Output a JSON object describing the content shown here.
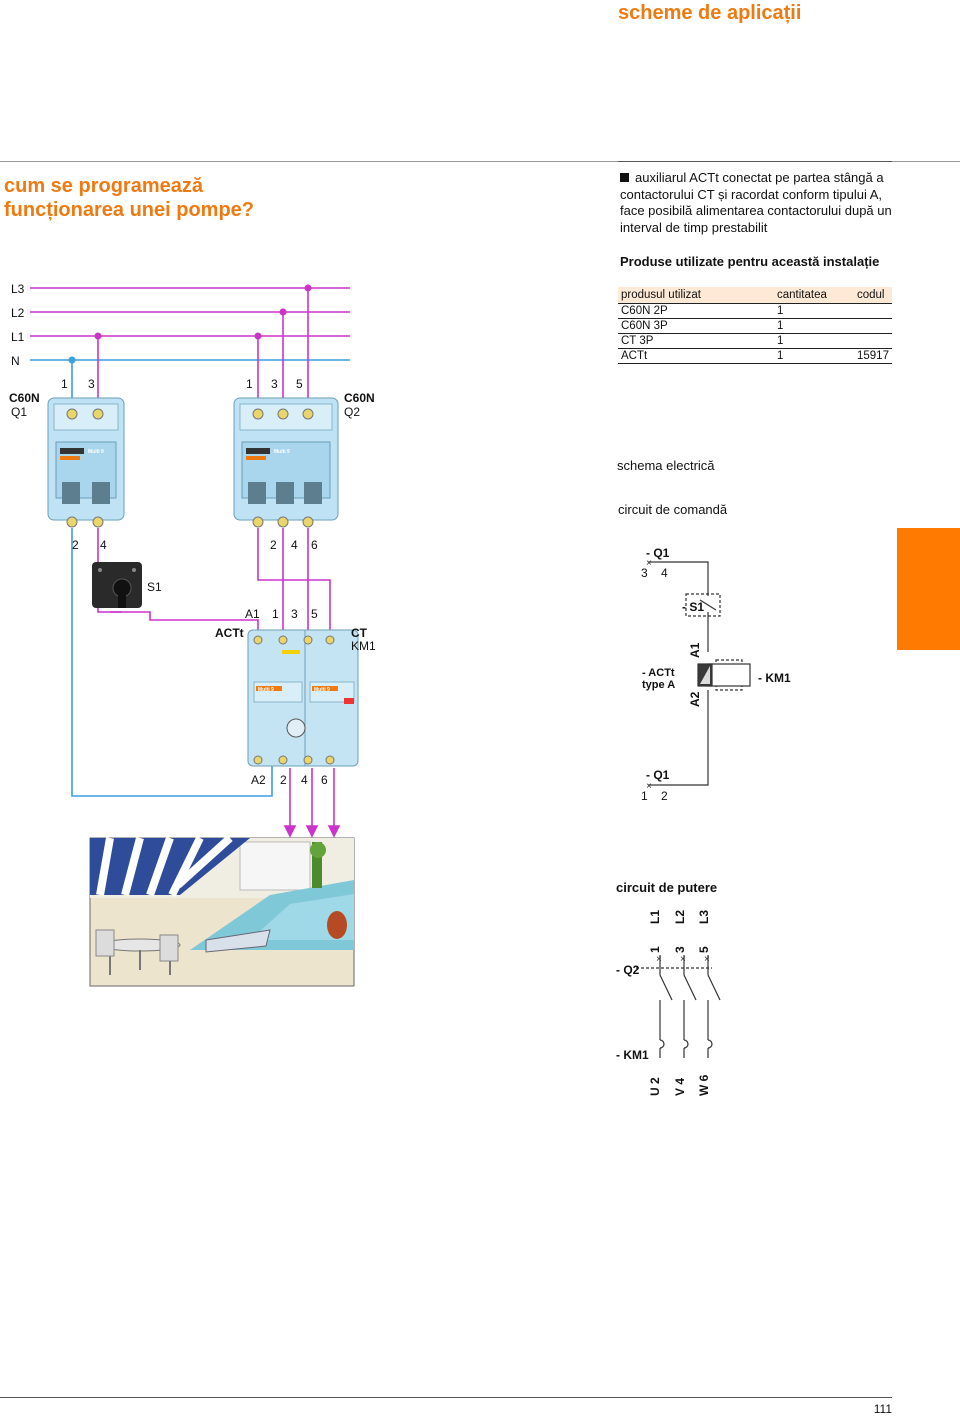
{
  "header": {
    "title": "scheme de aplicații"
  },
  "side_title": "cum se programează funcționarea unei pompe?",
  "intro_text": "auxiliarul ACTt conectat pe partea stângă a contactorului CT și racordat conform tipului A, face posibilă alimentarea contactorului după un interval de timp prestabilit",
  "products": {
    "title": "Produse utilizate pentru această instalație",
    "headers": [
      "produsul utilizat",
      "cantitatea",
      "codul"
    ],
    "rows": [
      [
        "C60N 2P",
        "1",
        ""
      ],
      [
        "C60N 3P",
        "1",
        ""
      ],
      [
        "CT 3P",
        "1",
        ""
      ],
      [
        "ACTt",
        "1",
        "15917"
      ]
    ]
  },
  "wiring": {
    "phases": [
      "L3",
      "L2",
      "L1",
      "N"
    ],
    "breaker1": {
      "model": "C60N",
      "ref": "Q1",
      "top_terminals": [
        "1",
        "3"
      ],
      "bottom_terminals": [
        "2",
        "4"
      ]
    },
    "breaker2": {
      "model": "C60N",
      "ref": "Q2",
      "top_terminals": [
        "1",
        "3",
        "5"
      ],
      "bottom_terminals": [
        "2",
        "4",
        "6"
      ]
    },
    "switch": {
      "ref": "S1"
    },
    "actt": {
      "name": "ACTt"
    },
    "contactor": {
      "model": "CT",
      "ref": "KM1",
      "top_terminals": [
        "A1",
        "1",
        "3",
        "5"
      ],
      "bottom_terminals": [
        "A2",
        "2",
        "4",
        "6"
      ]
    },
    "device_brand": "Multi 9"
  },
  "schema": {
    "title": "schema electrică",
    "command": {
      "title": "circuit de comandă",
      "q1_top": "- Q1",
      "q1_top_pins": [
        "3",
        "4"
      ],
      "s1": "- S1",
      "actt": "- ACTt",
      "actt_type": "type A",
      "a1": "A1",
      "a2": "A2",
      "km1": "- KM1",
      "q1_bottom": "- Q1",
      "q1_bottom_pins": [
        "1",
        "2"
      ]
    },
    "power": {
      "title": "circuit de putere",
      "phases": [
        "L1",
        "L2",
        "L3"
      ],
      "q2_pins": [
        "1",
        "3",
        "5"
      ],
      "q2": "- Q2",
      "km1": "- KM1",
      "outputs": [
        "U 2",
        "V 4",
        "W 6"
      ]
    }
  },
  "colors": {
    "accent": "#f07a12",
    "orange_block": "#ff7a00",
    "phase_wire": "#cc33cc",
    "neutral_wire": "#3aa0e0"
  },
  "page_number": "111"
}
